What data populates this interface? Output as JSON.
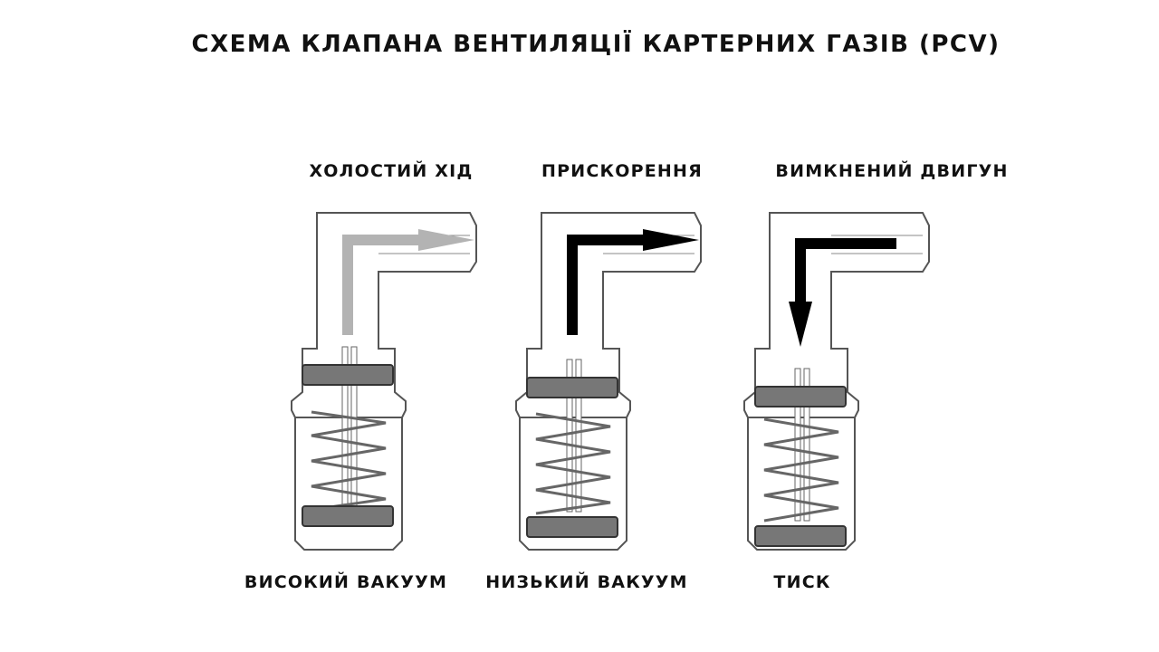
{
  "title": "СХЕМА КЛАПАНА ВЕНТИЛЯЦІЇ КАРТЕРНИХ ГАЗІВ (PCV)",
  "states": [
    {
      "top_label": "ХОЛОСТИЙ ХІД",
      "bottom_label": "ВИСОКИЙ ВАКУУМ",
      "arrow": "up-right",
      "arrow_color": "#b3b3b3"
    },
    {
      "top_label": "ПРИСКОРЕННЯ",
      "bottom_label": "НИЗЬКИЙ ВАКУУМ",
      "arrow": "up-right",
      "arrow_color": "#000000"
    },
    {
      "top_label": "ВИМКНЕНИЙ ДВИГУН",
      "bottom_label": "ТИСК",
      "arrow": "left-down",
      "arrow_color": "#000000"
    }
  ],
  "colors": {
    "outline": "#555555",
    "disc": "#777777",
    "text": "#111111"
  }
}
